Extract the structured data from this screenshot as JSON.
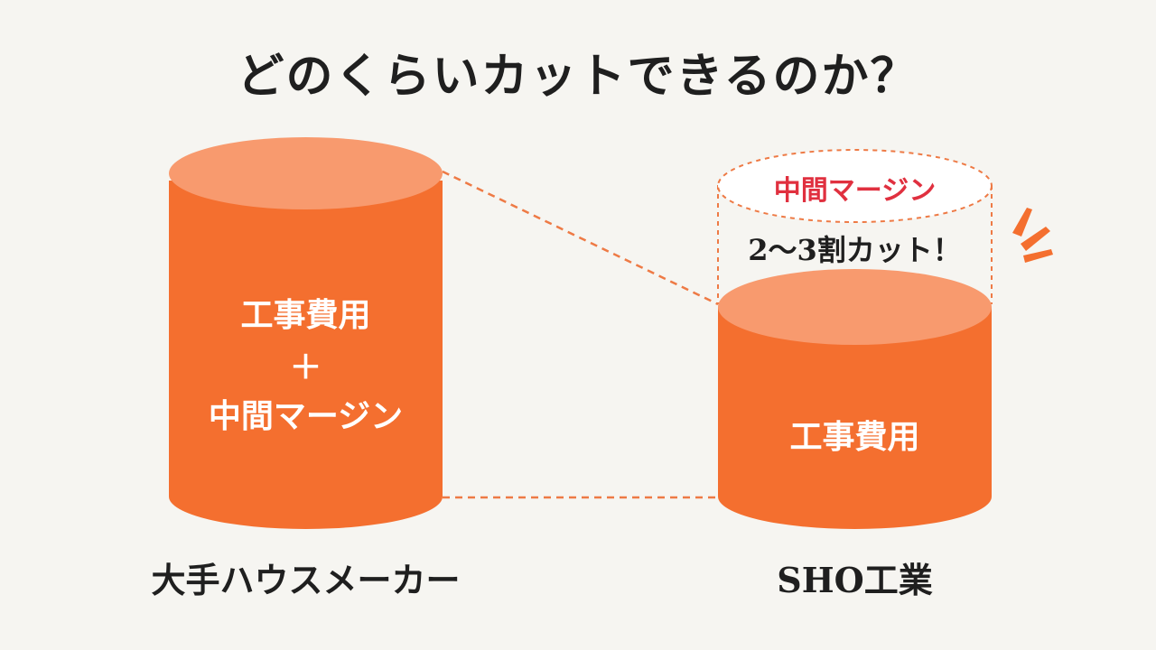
{
  "title": "どのくらいカットできるのか？",
  "left": {
    "line1": "工事費用",
    "plus": "＋",
    "line2": "中間マージン",
    "label": "大手ハウスメーカー"
  },
  "right": {
    "body": "工事費用",
    "margin": "中間マージン",
    "cut": "2〜3割カット！",
    "label": "SHO工業"
  },
  "colors": {
    "body": "#f46f2f",
    "top": "#f89a6e",
    "dash": "#ee7a45",
    "margin_text": "#e0303f",
    "text": "#1f1f1f"
  }
}
